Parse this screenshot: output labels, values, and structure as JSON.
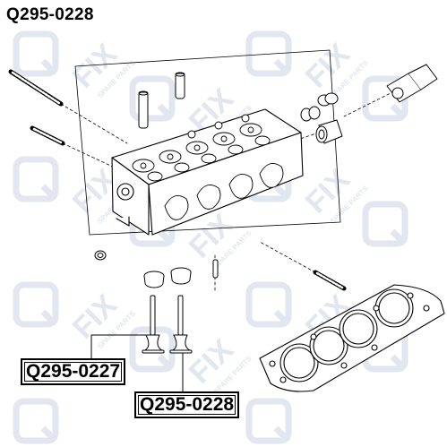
{
  "title": "Q295-0228",
  "part_labels": [
    {
      "id": "intake-valve",
      "text": "Q295-0227"
    },
    {
      "id": "exhaust-valve",
      "text": "Q295-0228"
    }
  ],
  "watermark": {
    "brand": "FIX",
    "tagline": "SPARE PARTS",
    "color": "#cfd8e6"
  },
  "colors": {
    "line": "#000000",
    "background": "#ffffff"
  }
}
